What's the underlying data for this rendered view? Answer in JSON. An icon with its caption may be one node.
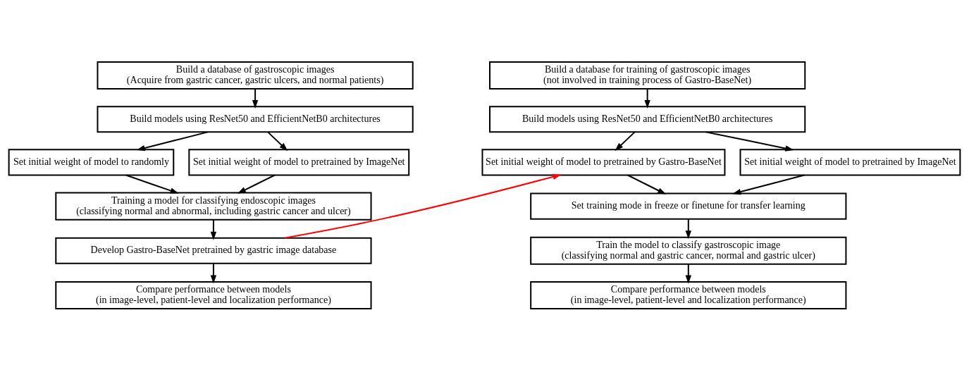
{
  "diagram": {
    "nodes": [
      {
        "text": [
          "Build a database of gastroscopic images",
          "(Acquire from gastric cancer, gastric ulcers, and normal patients)"
        ]
      },
      {
        "text": [
          "Build models using ResNet50 and EfficientNetB0 architectures"
        ]
      },
      {
        "text": [
          "Set initial weight of model to randomly"
        ]
      },
      {
        "text": [
          "Set initial weight of model to pretrained by ImageNet"
        ]
      },
      {
        "text": [
          "Training a model for classifying endoscopic images",
          "(classifying normal and abnormal, including gastric cancer and ulcer)"
        ]
      },
      {
        "text": [
          "Develop Gastro-BaseNet pretrained by gastric image database"
        ]
      },
      {
        "text": [
          "Compare performance between models",
          "(in image-level, patient-level and localization performance)"
        ]
      },
      {
        "text": [
          "Build a database for training of gastroscopic images",
          "(not involved in training process of Gastro-BaseNet)"
        ]
      },
      {
        "text": [
          "Build models using ResNet50 and EfficientNetB0 architectures"
        ]
      },
      {
        "text": [
          "Set initial weight of model to pretrained by Gastro-BaseNet"
        ]
      },
      {
        "text": [
          "Set initial weight of model to pretrained by ImageNet"
        ]
      },
      {
        "text": [
          "Set training mode in freeze or finetune for transfer learning"
        ]
      },
      {
        "text": [
          "Train the model to classify gastroscopic image",
          "(classifying normal and gastric cancer, normal and gastric ulcer)"
        ]
      },
      {
        "text": [
          "Compare performance between models",
          "(in image-level, patient-level and localization performance)"
        ]
      }
    ],
    "edges": [
      {
        "from": 0,
        "to": 1,
        "arrow": "to"
      },
      {
        "from": 1,
        "to": 2,
        "arrow": "to"
      },
      {
        "from": 1,
        "to": 3,
        "arrow": "to"
      },
      {
        "from": 2,
        "to": 4,
        "arrow": "to"
      },
      {
        "from": 3,
        "to": 4,
        "arrow": "to"
      },
      {
        "from": 4,
        "to": 5,
        "arrow": "to"
      },
      {
        "from": 5,
        "to": 6,
        "arrow": "to"
      },
      {
        "from": 7,
        "to": 8,
        "arrow": "to"
      },
      {
        "from": 8,
        "to": 9,
        "arrow": "to"
      },
      {
        "from": 8,
        "to": 10,
        "arrow": "to"
      },
      {
        "from": 9,
        "to": 11,
        "arrow": "to"
      },
      {
        "from": 10,
        "to": 11,
        "arrow": "to"
      },
      {
        "from": 11,
        "to": 12,
        "arrow": "to"
      },
      {
        "from": 12,
        "to": 13,
        "arrow": "to"
      },
      {
        "from": 5,
        "to": 9,
        "arrow": "to",
        "color": "#ff0000"
      }
    ]
  }
}
